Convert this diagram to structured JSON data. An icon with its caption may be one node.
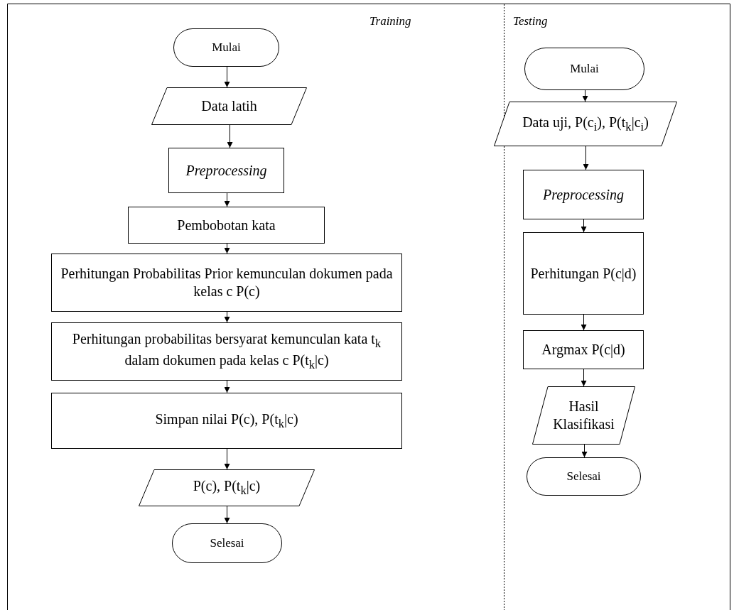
{
  "diagram": {
    "nodes": [
      {
        "text": [
          "Mulai"
        ]
      },
      {
        "text": [
          "Data latih"
        ]
      },
      {
        "text": [
          "Preprocessing"
        ]
      },
      {
        "text": [
          "Pembobotan kata"
        ]
      },
      {
        "text": [
          "Perhitungan Probabilitas Prior kemunculan dokumen pada kelas c P(c)"
        ]
      },
      {
        "text": [
          "Perhitungan probabilitas bersyarat kemunculan kata t$_{k}$ dalam dokumen pada kelas c P(t$_{k}$|c)"
        ]
      },
      {
        "text": [
          "Simpan nilai P(c), P(t$_{k}$|c)"
        ]
      },
      {
        "text": [
          "P(c), P(t$_{k}$|c)"
        ]
      },
      {
        "text": [
          "Selesai"
        ]
      },
      {
        "text": [
          "Mulai"
        ]
      },
      {
        "text": [
          "Data uji, P(c$_{i}$), P(t$_{k}$|c$_{i}$)"
        ]
      },
      {
        "text": [
          "Preprocessing"
        ]
      },
      {
        "text": [
          "Perhitungan P(c|d)"
        ]
      },
      {
        "text": [
          "Argmax P(c|d)"
        ]
      },
      {
        "text": [
          "Hasil Klasifikasi"
        ]
      },
      {
        "text": [
          "Selesai"
        ]
      }
    ],
    "edges": [
      {
        "from": 0,
        "to": 1,
        "arrow": "to"
      },
      {
        "from": 1,
        "to": 2,
        "arrow": "to"
      },
      {
        "from": 2,
        "to": 3,
        "arrow": "to"
      },
      {
        "from": 3,
        "to": 4,
        "arrow": "to"
      },
      {
        "from": 4,
        "to": 5,
        "arrow": "to"
      },
      {
        "from": 5,
        "to": 6,
        "arrow": "to"
      },
      {
        "from": 6,
        "to": 7,
        "arrow": "to"
      },
      {
        "from": 7,
        "to": 8,
        "arrow": "to"
      },
      {
        "from": 9,
        "to": 10,
        "arrow": "to"
      },
      {
        "from": 10,
        "to": 11,
        "arrow": "to"
      },
      {
        "from": 11,
        "to": 12,
        "arrow": "to"
      },
      {
        "from": 12,
        "to": 13,
        "arrow": "to"
      },
      {
        "from": 13,
        "to": 14,
        "arrow": "to"
      },
      {
        "from": 14,
        "to": 15,
        "arrow": "to"
      }
    ],
    "labels": [
      "Training",
      "Testing"
    ]
  }
}
